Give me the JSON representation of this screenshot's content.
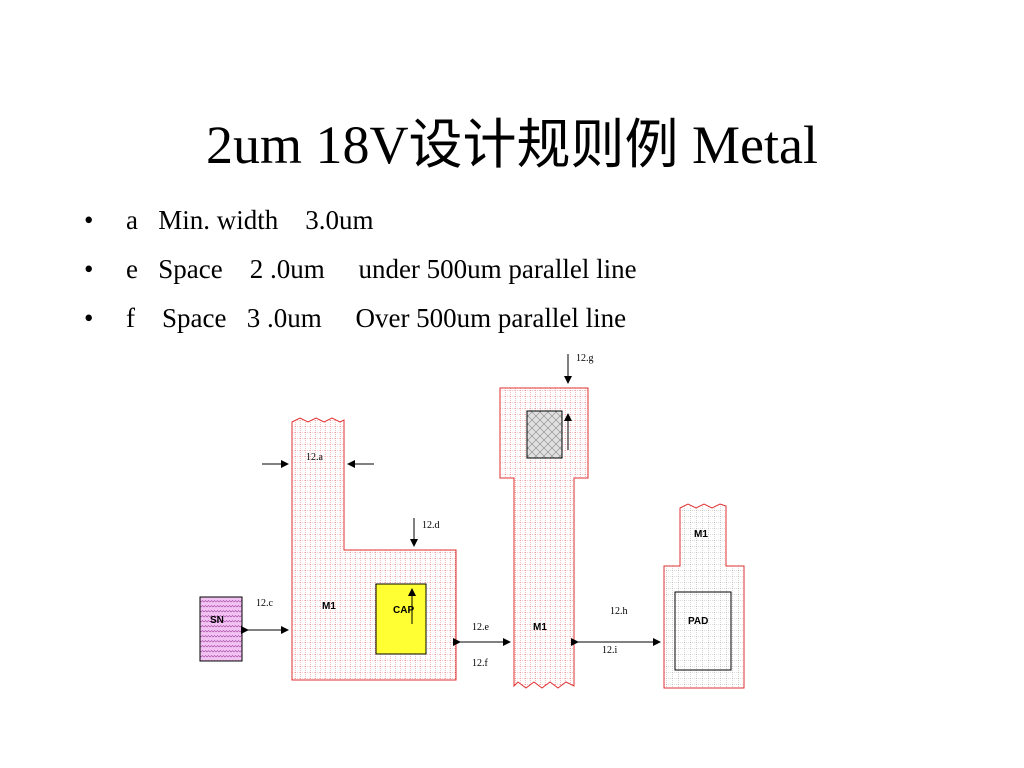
{
  "slide": {
    "title": "2um 18V设计规则例   Metal",
    "bullets": [
      "a   Min. width    3.0um",
      "e   Space    2 .0um     under 500um parallel line",
      "f    Space   3 .0um     Over 500um parallel line"
    ],
    "bullet_symbol": "•"
  },
  "diagram": {
    "labels": {
      "g": "12.g",
      "a": "12.a",
      "d": "12.d",
      "c": "12.c",
      "e": "12.e",
      "f": "12.f",
      "h": "12.h",
      "i": "12.i"
    },
    "blocks": {
      "m1_left": "M1",
      "cap": "CAP",
      "sn": "SN",
      "m1_center": "M1",
      "m1_right": "M1",
      "pad": "PAD"
    },
    "colors": {
      "metal_grid": "#e03030",
      "cap_fill": "#ffff33",
      "sn_fill": "#f0b0f0",
      "contact_fill": "#d8d8d8"
    }
  }
}
